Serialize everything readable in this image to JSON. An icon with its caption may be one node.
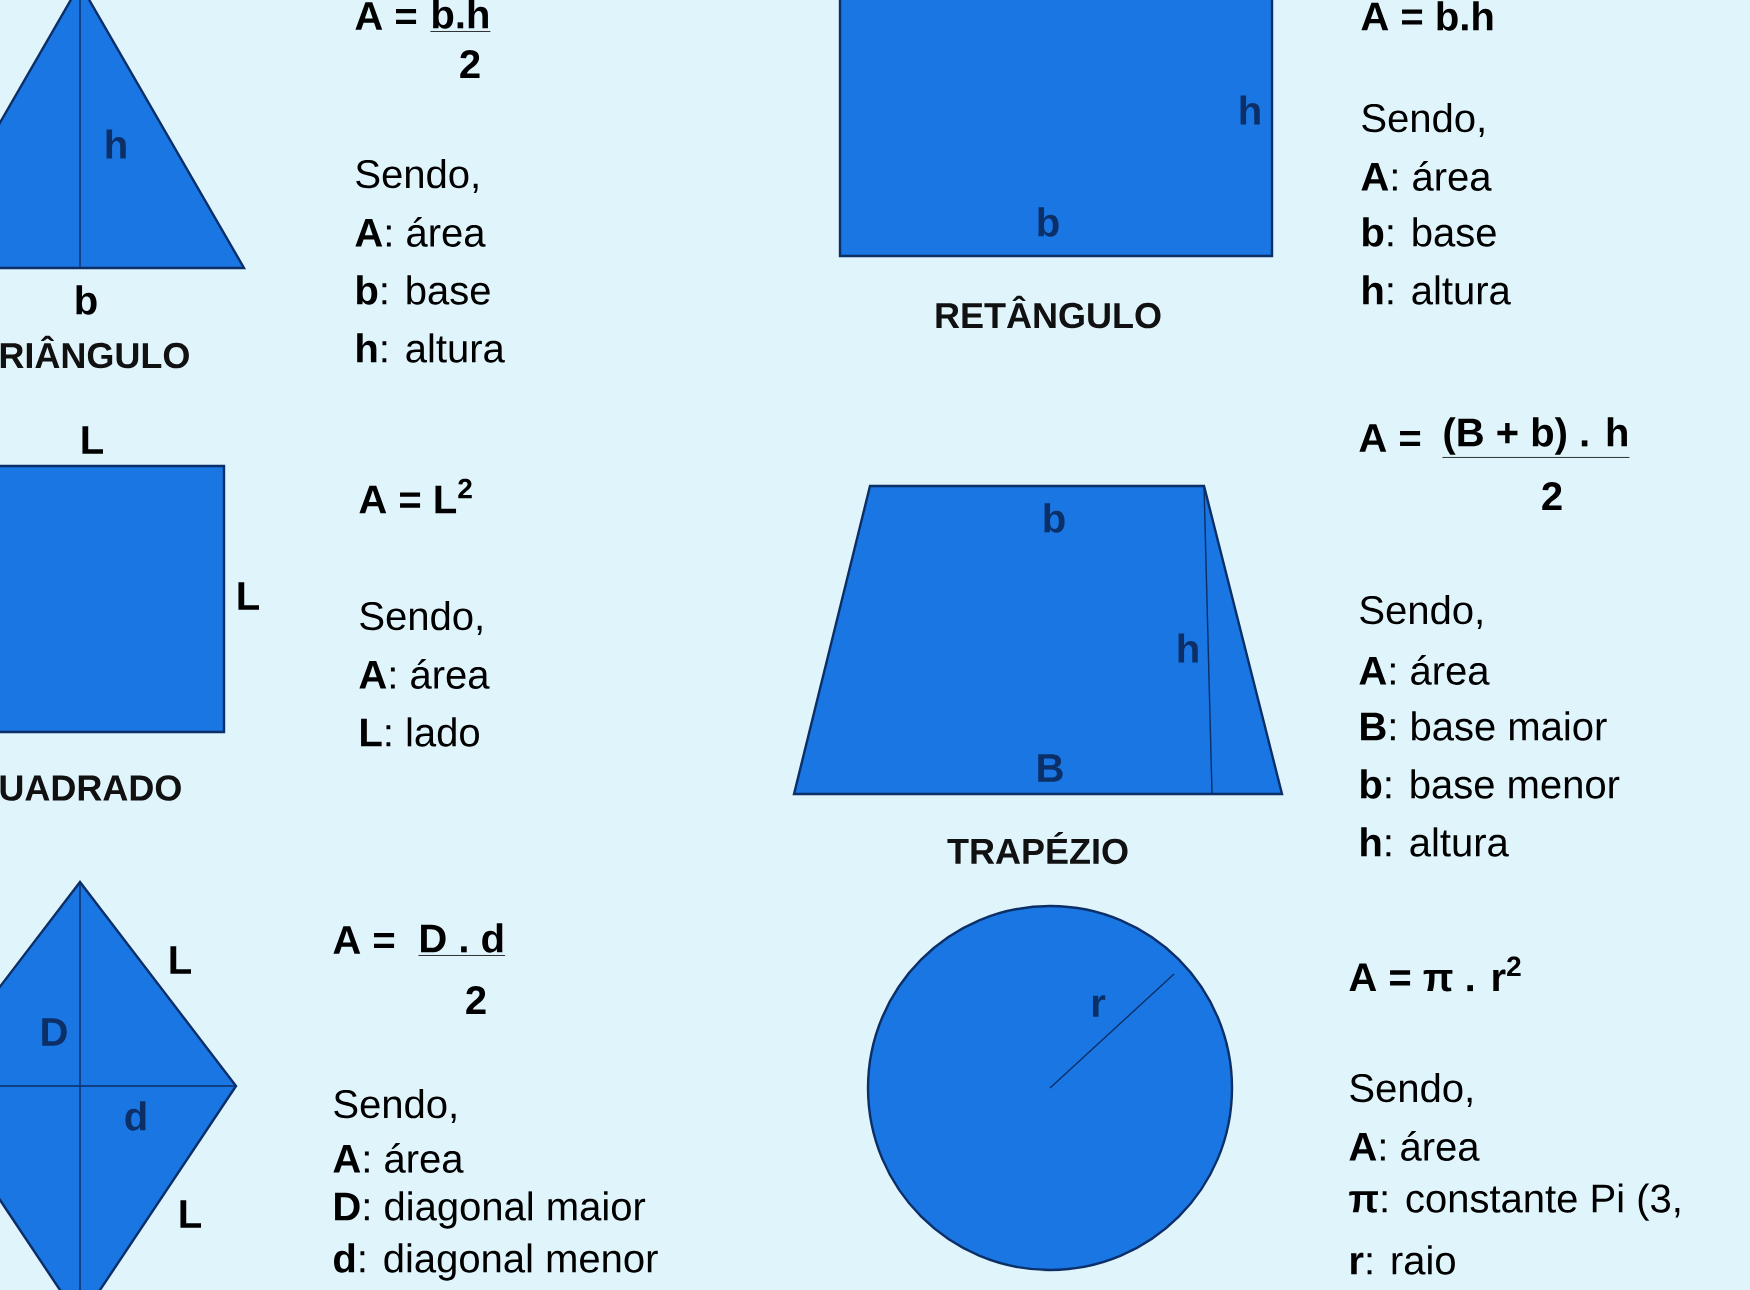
{
  "diagram": {
    "nodes": [
      {
        "text": [
          "h"
        ],
        "beside": [
          "b",
          "RIÂNGULO"
        ]
      },
      {
        "text": [
          "h",
          "b"
        ],
        "beside": [
          "RETÂNGULO"
        ]
      },
      {
        "text": [],
        "shape": "box",
        "beside": [
          "L",
          "L",
          "UADRADO"
        ]
      },
      {
        "text": [
          "b",
          "h",
          "B"
        ],
        "beside": [
          "TRAPÉZIO"
        ]
      },
      {
        "text": [
          "D",
          "d"
        ],
        "beside": [
          "L",
          "L"
        ]
      },
      {
        "text": [
          "r"
        ]
      }
    ],
    "labels": [
      "A =",
      "b.h",
      "2",
      "Sendo,",
      "**A**: área",
      "**b**: base",
      "**h**: altura",
      "A = b.h",
      "Sendo,",
      "**A**: área",
      "**b**: base",
      "**h**: altura",
      "A = L$^{2}$",
      "Sendo,",
      "**A**: área",
      "**L**: lado",
      "A =",
      "(B + b) . h",
      "2",
      "Sendo,",
      "**A**: área",
      "**B**: base maior",
      "**b**: base menor",
      "**h**: altura",
      "A =",
      "D . d",
      "2",
      "Sendo,",
      "**A**: área",
      "**D**: diagonal maior",
      "**d**: diagonal menor",
      "A = π . r$^{2}$",
      "Sendo,",
      "**A**: área",
      "**π**: constante Pi (3,",
      "**r**: raio"
    ]
  }
}
